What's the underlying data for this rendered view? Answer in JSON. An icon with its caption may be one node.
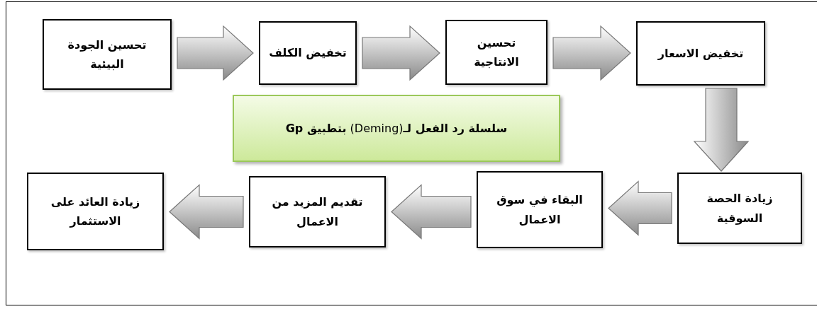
{
  "diagram": {
    "nodes": [
      {
        "text": [
          "تحسين الجودة البيئية"
        ]
      },
      {
        "text": [
          "تخفيض الكلف"
        ]
      },
      {
        "text": [
          "تحسين الانتاجية"
        ]
      },
      {
        "text": [
          "تخفيض الاسعار"
        ]
      },
      {
        "text": [
          "**سلسلة رد الفعل لـ**(Deming) **بتطبيق Gp**"
        ]
      },
      {
        "text": [
          "زيادة الحصة السوقية"
        ]
      },
      {
        "text": [
          "البقاء في سوق الاعمال"
        ]
      },
      {
        "text": [
          "تقديم المزيد من الاعمال"
        ]
      },
      {
        "text": [
          "زيادة العائد على الاستثمار"
        ]
      }
    ],
    "edges": [
      {
        "from": 0,
        "to": 1,
        "arrow": "to"
      },
      {
        "from": 1,
        "to": 2,
        "arrow": "to"
      },
      {
        "from": 2,
        "to": 3,
        "arrow": "to"
      },
      {
        "from": 3,
        "to": 5,
        "arrow": "to"
      },
      {
        "from": 5,
        "to": 6,
        "arrow": "to"
      },
      {
        "from": 6,
        "to": 7,
        "arrow": "to"
      },
      {
        "from": 7,
        "to": 8,
        "arrow": "to"
      }
    ]
  }
}
